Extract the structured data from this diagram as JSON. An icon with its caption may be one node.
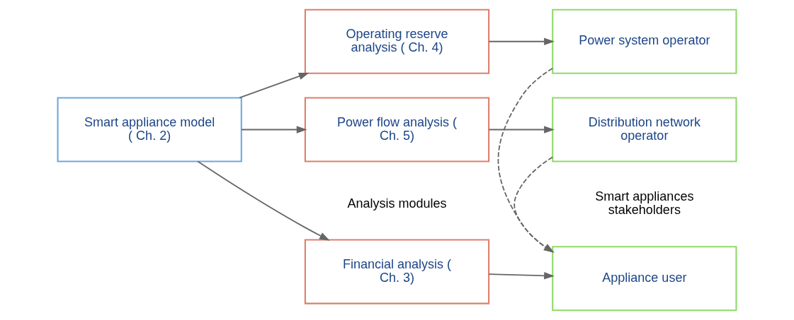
{
  "diagram": {
    "nodes": [
      {
        "text": [
          "Smart appliance model ( Ch. 2)"
        ]
      },
      {
        "text": [
          "Financial analysis ( Ch. 3)"
        ]
      },
      {
        "text": [
          "Operating reserve analysis ( Ch. 4)"
        ]
      },
      {
        "text": [
          "Power flow analysis ( Ch. 5)"
        ]
      },
      {
        "text": [
          "Appliance user"
        ]
      },
      {
        "text": [
          "Power system operator"
        ]
      },
      {
        "text": [
          "Distribution network operator"
        ]
      }
    ],
    "edges": [
      {
        "from": 0,
        "to": 1,
        "arrow": "to"
      },
      {
        "from": 0,
        "to": 2,
        "arrow": "to"
      },
      {
        "from": 0,
        "to": 3,
        "arrow": "to"
      },
      {
        "from": 1,
        "to": 4,
        "arrow": "to"
      },
      {
        "from": 2,
        "to": 5,
        "arrow": "to"
      },
      {
        "from": 3,
        "to": 6,
        "arrow": "to"
      },
      {
        "from": 5,
        "to": 4,
        "arrow": "to",
        "style": "dashed"
      },
      {
        "from": 6,
        "to": 4,
        "arrow": "to",
        "style": "dashed"
      }
    ],
    "labels": [
      "Analysis modules",
      "Smart appliances stakeholders"
    ]
  }
}
